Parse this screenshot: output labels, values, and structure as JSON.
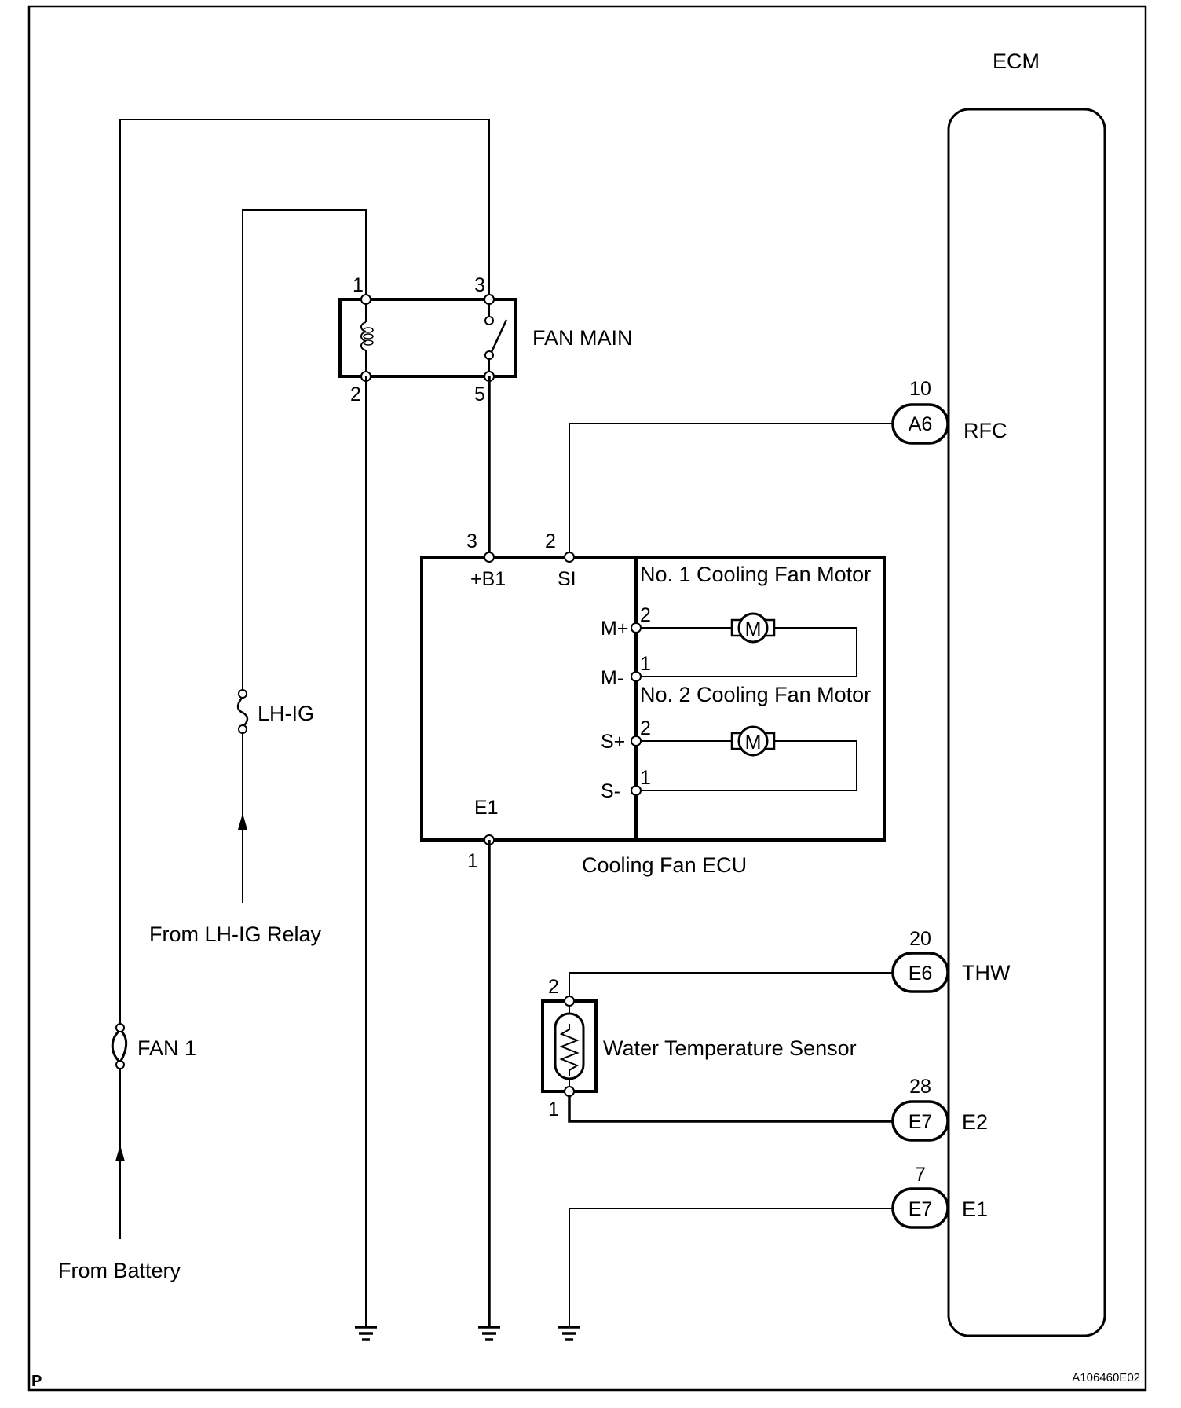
{
  "diagram": {
    "corner_mark": "P",
    "figure_id": "A106460E02",
    "ecm": {
      "label": "ECM",
      "pins": [
        {
          "connector": "A6",
          "number": "10",
          "signal": "RFC"
        },
        {
          "connector": "E6",
          "number": "20",
          "signal": "THW"
        },
        {
          "connector": "E7",
          "number": "28",
          "signal": "E2"
        },
        {
          "connector": "E7",
          "number": "7",
          "signal": "E1"
        }
      ]
    },
    "relay": {
      "label": "FAN MAIN",
      "pins": {
        "p1": "1",
        "p2": "2",
        "p3": "3",
        "p5": "5"
      }
    },
    "fuses": {
      "lh_ig": "LH-IG",
      "fan1": "FAN 1"
    },
    "sources": {
      "lh_ig_relay": "From LH-IG Relay",
      "battery": "From Battery"
    },
    "cooling_fan_ecu": {
      "label": "Cooling Fan ECU",
      "b1": {
        "name": "+B1",
        "pin": "3"
      },
      "si": {
        "name": "SI",
        "pin": "2"
      },
      "e1": {
        "name": "E1",
        "pin": "1"
      },
      "motor1": {
        "label": "No. 1 Cooling Fan Motor",
        "plus": "M+",
        "minus": "M-",
        "plus_pin": "2",
        "minus_pin": "1",
        "symbol": "M"
      },
      "motor2": {
        "label": "No. 2 Cooling Fan Motor",
        "plus": "S+",
        "minus": "S-",
        "plus_pin": "2",
        "minus_pin": "1",
        "symbol": "M"
      }
    },
    "water_temp_sensor": {
      "label": "Water Temperature Sensor",
      "pin_top": "2",
      "pin_bottom": "1"
    }
  }
}
